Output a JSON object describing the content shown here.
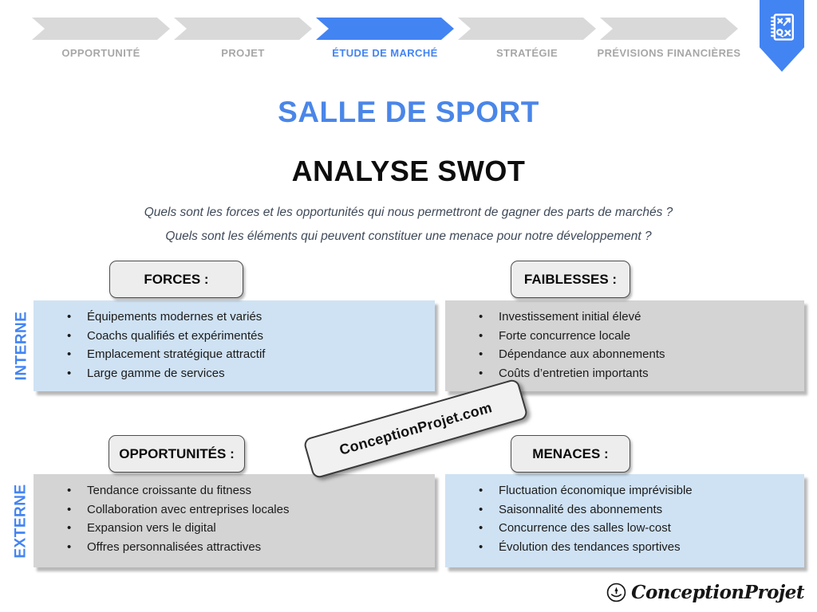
{
  "stepper": {
    "steps": [
      {
        "label": "OPPORTUNITÉ",
        "active": false
      },
      {
        "label": "PROJET",
        "active": false
      },
      {
        "label": "ÉTUDE DE MARCHÉ",
        "active": true
      },
      {
        "label": "STRATÉGIE",
        "active": false
      },
      {
        "label": "PRÉVISIONS FINANCIÈRES",
        "active": false
      }
    ]
  },
  "titles": {
    "main": "SALLE DE SPORT",
    "subtitle": "ANALYSE SWOT"
  },
  "questions": [
    "Quels sont les forces et les opportunités qui nous permettront de gagner des parts de marchés ?",
    "Quels sont les éléments qui peuvent constituer une menace pour notre développement ?"
  ],
  "row_labels": {
    "internal": "INTERNE",
    "external": "EXTERNE"
  },
  "quadrants": [
    {
      "title": "FORCES :",
      "tone": "blue",
      "items": [
        "Équipements modernes et variés",
        "Coachs qualifiés et expérimentés",
        "Emplacement stratégique attractif",
        "Large gamme de services"
      ]
    },
    {
      "title": "FAIBLESSES :",
      "tone": "gray",
      "items": [
        "Investissement initial élevé",
        "Forte concurrence locale",
        "Dépendance aux abonnements",
        "Coûts d’entretien importants"
      ]
    },
    {
      "title": "OPPORTUNITÉS :",
      "tone": "gray",
      "items": [
        "Tendance croissante du fitness",
        "Collaboration avec entreprises locales",
        "Expansion vers le digital",
        "Offres personnalisées attractives"
      ]
    },
    {
      "title": "MENACES :",
      "tone": "blue",
      "items": [
        "Fluctuation économique imprévisible",
        "Saisonnalité des abonnements",
        "Concurrence des salles low-cost",
        "Évolution des tendances sportives"
      ]
    }
  ],
  "watermark": {
    "text": "ConceptionProjet.com"
  },
  "footer_logo": {
    "text": "ConceptionProjet"
  },
  "colors": {
    "accent_blue": "#4384f3",
    "title_blue": "#4a86e8",
    "light_blue_box": "#cfe2f3",
    "gray_box": "#d4d4d4",
    "chevron_gray": "#d9d9d9",
    "step_label_gray": "#a7a7a7",
    "pill_bg": "#ededed"
  }
}
